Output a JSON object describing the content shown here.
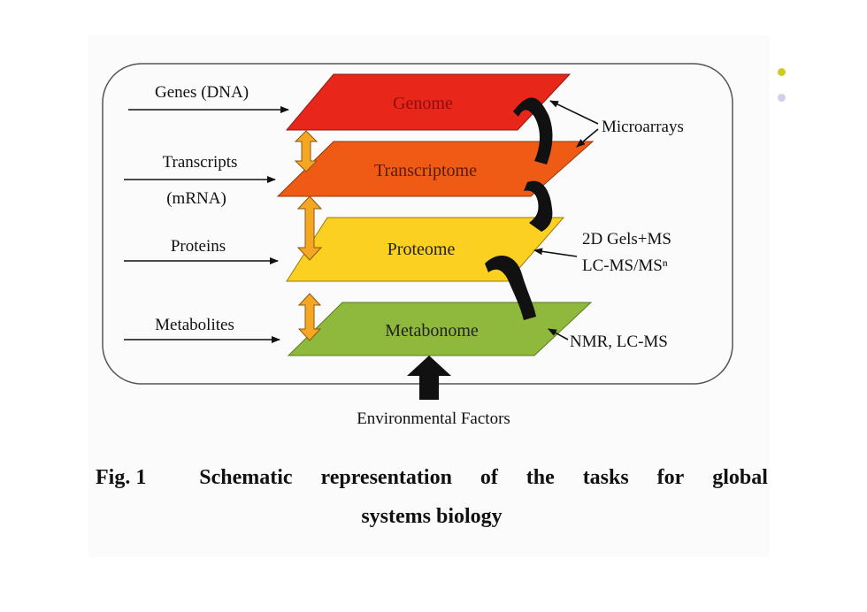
{
  "bullets": {
    "colors": [
      "#cccc22",
      "#d0d0ea"
    ]
  },
  "layers": [
    {
      "label": "Genome",
      "color": "#e8261a"
    },
    {
      "label": "Transcriptome",
      "color": "#ef5a15"
    },
    {
      "label": "Proteome",
      "color": "#fbd020"
    },
    {
      "label": "Metabonome",
      "color": "#8fb93c"
    }
  ],
  "inputs": {
    "genes": "Genes (DNA)",
    "transcripts_line1": "Transcripts",
    "transcripts_line2": "(mRNA)",
    "proteins": "Proteins",
    "metabolites": "Metabolites"
  },
  "methods": {
    "microarrays": "Microarrays",
    "gels_line1": "2D Gels+MS",
    "gels_line2": "LC-MS/MSⁿ",
    "nmr": "NMR, LC-MS"
  },
  "environment": "Environmental Factors",
  "caption": {
    "fig_label": "Fig.  1",
    "line1_words": [
      "Schematic",
      "representation",
      "of",
      "the",
      "tasks",
      "for",
      "global"
    ],
    "line2": "systems biology"
  },
  "colors": {
    "interaction_arrow": "#f5a623",
    "ink": "#111111"
  }
}
